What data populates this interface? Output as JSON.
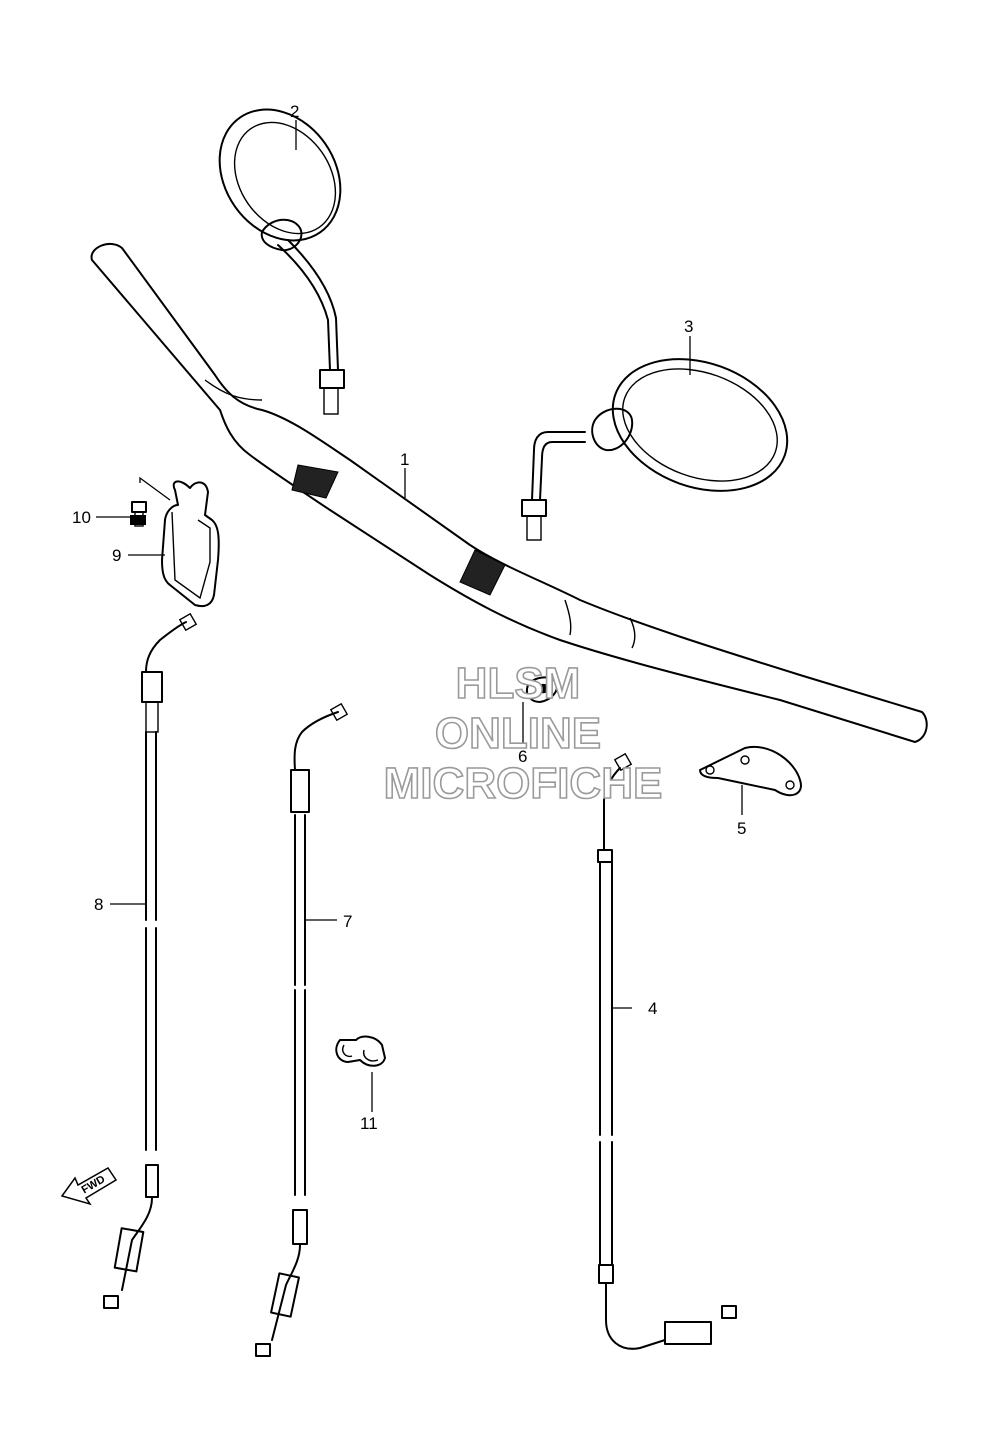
{
  "callouts": {
    "c1": "1",
    "c2": "2",
    "c3": "3",
    "c4": "4",
    "c5": "5",
    "c6": "6",
    "c7": "7",
    "c8": "8",
    "c9": "9",
    "c10": "10",
    "c11": "11"
  },
  "watermark": {
    "line1": "HLSM",
    "line2": "ONLINE",
    "line3": "MICROFICHE"
  },
  "fwd_label": "FWD"
}
